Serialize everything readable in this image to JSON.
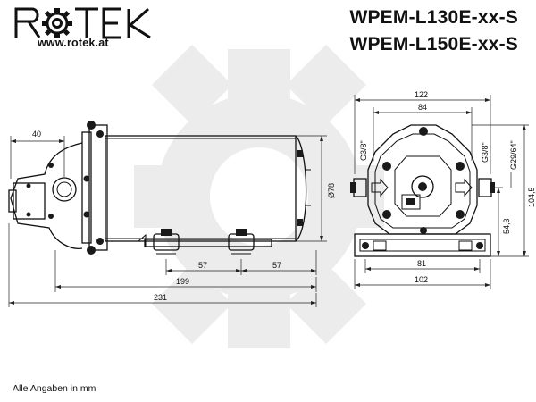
{
  "brand": {
    "logo_text": "ROTEK",
    "url": "www.rotek.at"
  },
  "models": [
    "WPEM-L130E-xx-S",
    "WPEM-L150E-xx-S"
  ],
  "side_view": {
    "dim_40": "40",
    "dim_57_left": "57",
    "dim_57_right": "57",
    "dim_199": "199",
    "dim_231": "231",
    "dim_dia78": "Ø78"
  },
  "front_view": {
    "dim_122": "122",
    "dim_84": "84",
    "dim_81": "81",
    "dim_102": "102",
    "dim_104_5": "104,5",
    "dim_54_3": "54,3",
    "port_left": "G3/8\"",
    "port_right": "G3/8\"",
    "port_side": "G29/64\""
  },
  "footnote": "Alle Angaben in mm",
  "colors": {
    "ink": "#111111",
    "watermark": "#e9e9e9"
  }
}
